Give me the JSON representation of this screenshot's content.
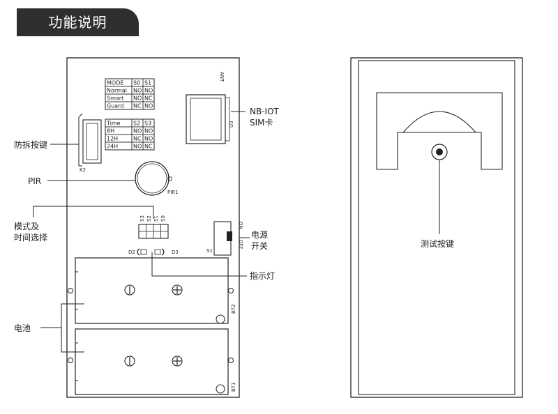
{
  "header": {
    "title": "功能说明"
  },
  "board": {
    "ant": "ANT",
    "u3": "U3",
    "k2": "K2",
    "pir1": "PIR1",
    "s1": "S1",
    "on": "ON",
    "off": "OFF",
    "d2": "D2",
    "d3": "D3",
    "bt1": "BT1",
    "bt2": "BT2",
    "switch_labels": [
      "S3",
      "S2",
      "S1",
      "S0"
    ]
  },
  "mode_table": {
    "headers": [
      "MODE",
      "S0",
      "S1"
    ],
    "rows": [
      [
        "Normal",
        "NO",
        "NO"
      ],
      [
        "Smart",
        "NO",
        "NC"
      ],
      [
        "Guard",
        "NC",
        "NO"
      ]
    ]
  },
  "time_table": {
    "headers": [
      "Time",
      "S2",
      "S3"
    ],
    "rows": [
      [
        "8H",
        "NO",
        "NO"
      ],
      [
        "12H",
        "NC",
        "NO"
      ],
      [
        "24H",
        "NO",
        "NC"
      ]
    ]
  },
  "callouts": {
    "tamper": "防拆按键",
    "pir": "PIR",
    "mode_time_1": "模式及",
    "mode_time_2": "时间选择",
    "battery": "电池",
    "nbiot_1": "NB-IOT",
    "nbiot_2": "SIM卡",
    "power_1": "电源",
    "power_2": "开关",
    "indicator": "指示灯",
    "test_button": "测试按键"
  }
}
